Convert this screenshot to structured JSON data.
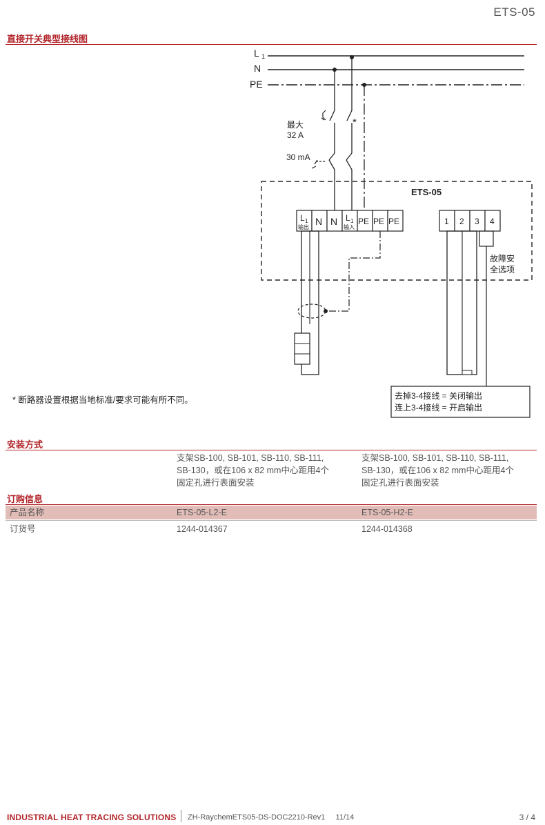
{
  "header": {
    "doc_code": "ETS-05"
  },
  "sections": {
    "wiring_title": "直接开关典型接线图",
    "install_title": "安装方式",
    "order_title": "订购信息"
  },
  "diagram": {
    "bus_labels": [
      "L1",
      "N",
      "PE"
    ],
    "breaker_label_line1": "最大",
    "breaker_label_line2": "32 A",
    "rcd_label": "30 mA",
    "asterisk": "*",
    "device_title": "ETS-05",
    "terminals_left": [
      {
        "main": "L",
        "sub": "1",
        "tag": "输出"
      },
      {
        "main": "N",
        "sub": "",
        "tag": ""
      },
      {
        "main": "N",
        "sub": "",
        "tag": ""
      },
      {
        "main": "L",
        "sub": "1",
        "tag": "输入"
      },
      {
        "main": "PE",
        "sub": "",
        "tag": ""
      },
      {
        "main": "PE",
        "sub": "",
        "tag": ""
      },
      {
        "main": "PE",
        "sub": "",
        "tag": ""
      }
    ],
    "terminals_right": [
      "1",
      "2",
      "3",
      "4"
    ],
    "fault_label_line1": "故障安",
    "fault_label_line2": "全选项",
    "legend_line1": "去掉3-4接线 = 关闭输出",
    "legend_line2": "连上3-4接线 = 开启输出"
  },
  "note": "* 断路器设置根据当地标准/要求可能有所不同。",
  "install": {
    "col1": [
      "支架SB-100, SB-101, SB-110, SB-111,",
      "SB-130，或在106 x 82 mm中心距用4个",
      "固定孔进行表面安装"
    ],
    "col2": [
      "支架SB-100, SB-101, SB-110, SB-111,",
      "SB-130，或在106 x 82 mm中心距用4个",
      "固定孔进行表面安装"
    ]
  },
  "order": {
    "header": {
      "label": "产品名称",
      "col1": "ETS-05-L2-E",
      "col2": "ETS-05-H2-E"
    },
    "row": {
      "label": "订货号",
      "col1": "1244-014367",
      "col2": "1244-014368"
    }
  },
  "footer": {
    "brand": "INDUSTRIAL HEAT TRACING SOLUTIONS",
    "docref": "ZH-RaychemETS05-DS-DOC2210-Rev1     11/14",
    "page": "3 / 4"
  },
  "colors": {
    "accent": "#b2242a",
    "band": "#e2bdb8"
  }
}
